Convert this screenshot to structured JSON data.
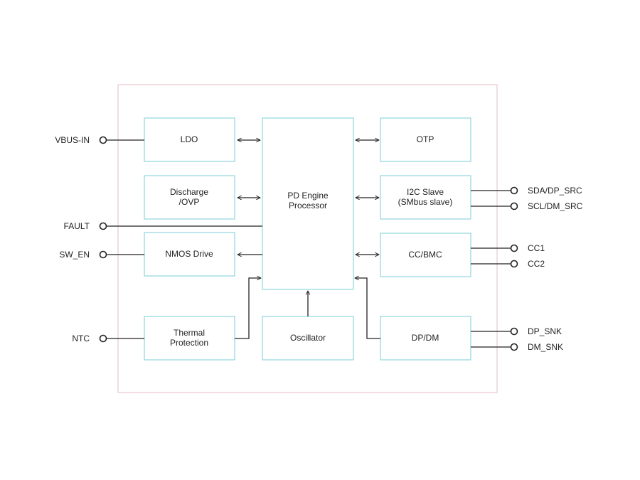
{
  "colors": {
    "chip_outline": "#e8c8cc",
    "block_outline": "#8fd6e0",
    "line": "#222222"
  },
  "pins_left": {
    "vbus_in": "VBUS-IN",
    "fault": "FAULT",
    "sw_en": "SW_EN",
    "ntc": "NTC"
  },
  "pins_right": {
    "sda": "SDA/DP_SRC",
    "scl": "SCL/DM_SRC",
    "cc1": "CC1",
    "cc2": "CC2",
    "dp_snk": "DP_SNK",
    "dm_snk": "DM_SNK"
  },
  "blocks": {
    "ldo": [
      "LDO"
    ],
    "discharge": [
      "Discharge",
      "/OVP"
    ],
    "nmos": [
      "NMOS Drive"
    ],
    "thermal": [
      "Thermal",
      "Protection"
    ],
    "pd": [
      "PD Engine",
      "Processor"
    ],
    "osc": [
      "Oscillator"
    ],
    "otp": [
      "OTP"
    ],
    "i2c": [
      "I2C Slave",
      "(SMbus slave)"
    ],
    "ccbmc": [
      "CC/BMC"
    ],
    "dpdm": [
      "DP/DM"
    ]
  }
}
